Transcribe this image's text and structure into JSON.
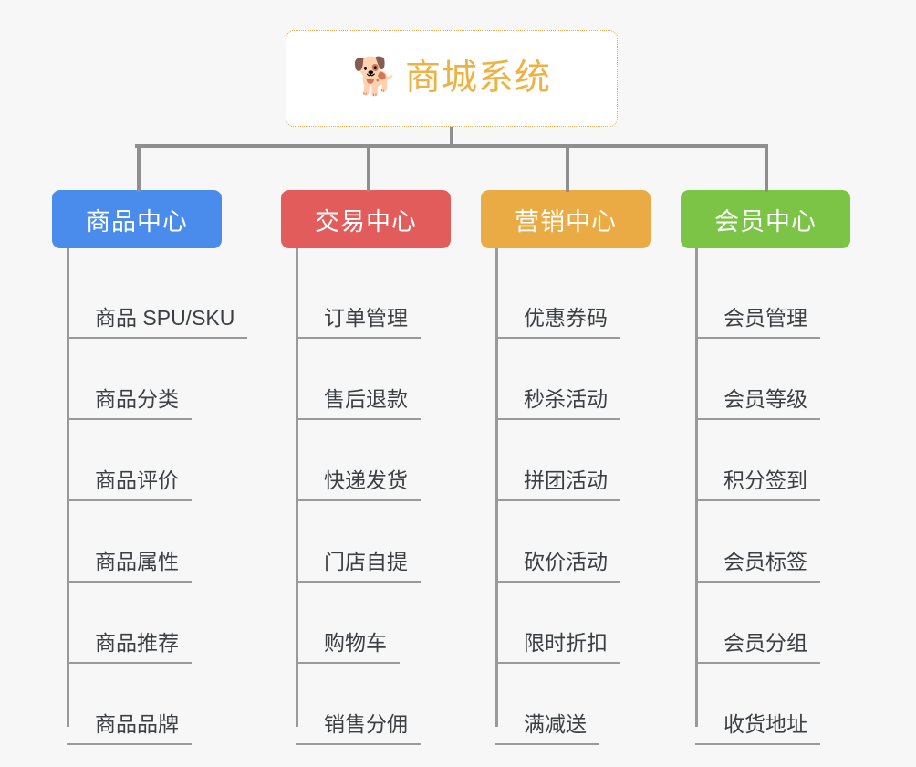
{
  "canvas": {
    "background": "#f7f7f7",
    "connector_color": "#8f8f8f"
  },
  "root": {
    "icon": "shiba-dog-face-icon",
    "emoji": "🐕",
    "title": "商城系统",
    "text_color": "#eeb143",
    "border_color": "#eaab4a"
  },
  "columns": [
    {
      "title": "商品中心",
      "color": "#4a8ceb",
      "items": [
        "商品 SPU/SKU",
        "商品分类",
        "商品评价",
        "商品属性",
        "商品推荐",
        "商品品牌"
      ]
    },
    {
      "title": "交易中心",
      "color": "#e35c5c",
      "items": [
        "订单管理",
        "售后退款",
        "快递发货",
        "门店自提",
        "购物车",
        "销售分佣"
      ]
    },
    {
      "title": "营销中心",
      "color": "#eaab44",
      "items": [
        "优惠券码",
        "秒杀活动",
        "拼团活动",
        "砍价活动",
        "限时折扣",
        "满减送"
      ]
    },
    {
      "title": "会员中心",
      "color": "#7cc446",
      "items": [
        "会员管理",
        "会员等级",
        "积分签到",
        "会员标签",
        "会员分组",
        "收货地址"
      ]
    }
  ]
}
